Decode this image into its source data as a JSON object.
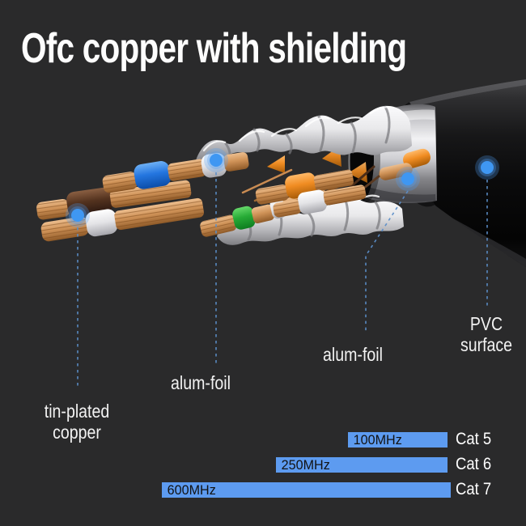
{
  "title": "Ofc copper with shielding",
  "colors": {
    "background": "#2a2a2b",
    "accent_blue_dot": "#3f97f2",
    "callout_line": "#5b8ec9",
    "bar_blue": "#5d9bf0",
    "bar_text": "#121212",
    "text_white": "#f2f2f2"
  },
  "callouts": [
    {
      "id": "tin-plated-copper",
      "lines": [
        "tin-plated",
        "copper"
      ]
    },
    {
      "id": "alum-foil-pair",
      "lines": [
        "alum-foil"
      ]
    },
    {
      "id": "alum-foil-wrap",
      "lines": [
        "alum-foil"
      ]
    },
    {
      "id": "pvc-surface",
      "lines": [
        "PVC",
        "surface"
      ]
    }
  ],
  "illustration": {
    "subject": "ethernet cable cutaway",
    "parts": [
      "tin-plated copper strands",
      "blue sleeve",
      "brown sleeve",
      "white sleeves",
      "orange sleeve",
      "green sleeve",
      "alum-foil twisted pair shields",
      "alum-foil wrap",
      "PVC jacket"
    ],
    "part_colors": {
      "copper": "#cf9257",
      "blue": "#2476e0",
      "brown": "#54331f",
      "white": "#e3e3e6",
      "orange": "#f08c22",
      "green": "#27ab36",
      "foil": "#d8d8dc",
      "jacket": "#0f0f10"
    }
  },
  "chart_data": {
    "type": "bar",
    "orientation": "horizontal",
    "categories": [
      "Cat 5",
      "Cat 6",
      "Cat 7"
    ],
    "values": [
      100,
      250,
      600
    ],
    "value_labels": [
      "100MHz",
      "250MHz",
      "600MHz"
    ],
    "unit": "MHz",
    "title": "",
    "xlabel": "",
    "ylabel": "",
    "grid": false,
    "legend_position": "right-of-bars",
    "bar_color": "#5d9bf0",
    "bars_right_aligned": true
  }
}
